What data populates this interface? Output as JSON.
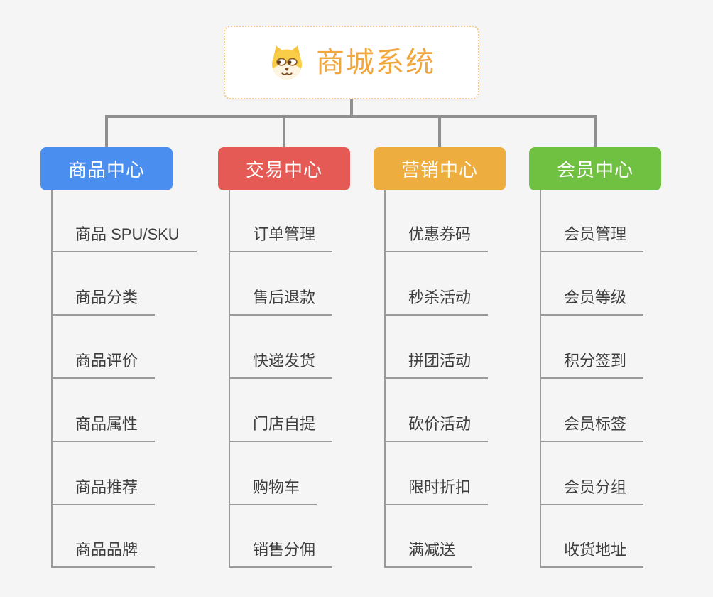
{
  "root": {
    "title": "商城系统",
    "icon": "dog-icon",
    "title_color": "#f1a73e",
    "border_color": "#f6c887"
  },
  "connector_color": "#8f8f8f",
  "underline_color": "#9a9a9a",
  "branches": [
    {
      "id": "product",
      "label": "商品中心",
      "color": "#4a8fef",
      "items": [
        "商品 SPU/SKU",
        "商品分类",
        "商品评价",
        "商品属性",
        "商品推荐",
        "商品品牌"
      ]
    },
    {
      "id": "trade",
      "label": "交易中心",
      "color": "#e65a55",
      "items": [
        "订单管理",
        "售后退款",
        "快递发货",
        "门店自提",
        "购物车",
        "销售分佣"
      ]
    },
    {
      "id": "marketing",
      "label": "营销中心",
      "color": "#eead3f",
      "items": [
        "优惠券码",
        "秒杀活动",
        "拼团活动",
        "砍价活动",
        "限时折扣",
        "满减送"
      ]
    },
    {
      "id": "member",
      "label": "会员中心",
      "color": "#70c142",
      "items": [
        "会员管理",
        "会员等级",
        "积分签到",
        "会员标签",
        "会员分组",
        "收货地址"
      ]
    }
  ]
}
